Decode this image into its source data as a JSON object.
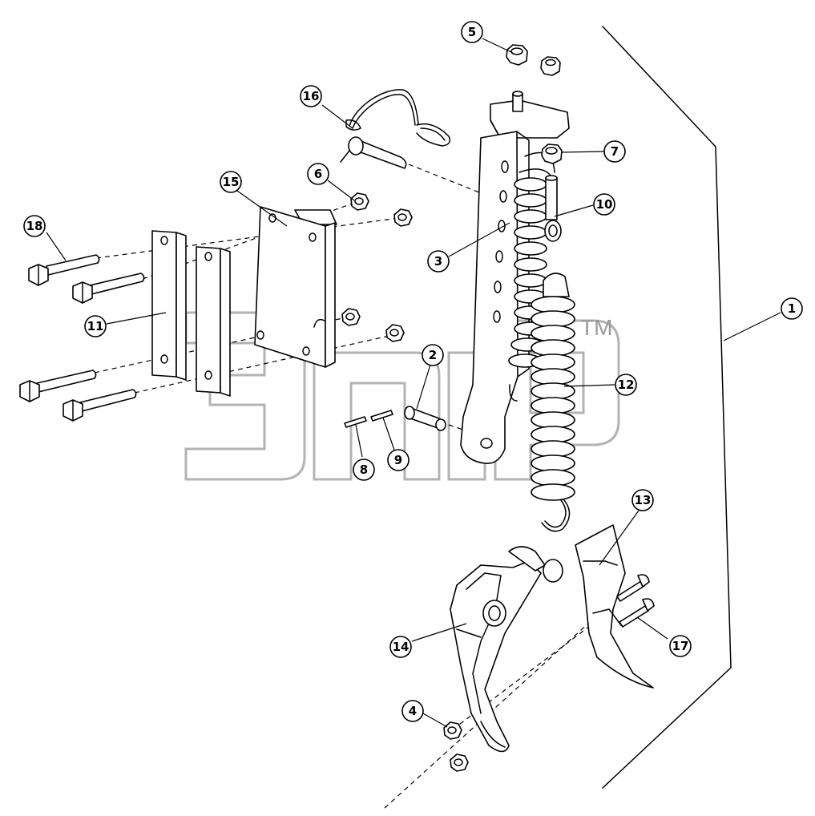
{
  "callouts": [
    {
      "id": "c1",
      "label": "1"
    },
    {
      "id": "c2",
      "label": "2"
    },
    {
      "id": "c3",
      "label": "3"
    },
    {
      "id": "c4",
      "label": "4"
    },
    {
      "id": "c5",
      "label": "5"
    },
    {
      "id": "c6",
      "label": "6"
    },
    {
      "id": "c7",
      "label": "7"
    },
    {
      "id": "c8",
      "label": "8"
    },
    {
      "id": "c9",
      "label": "9"
    },
    {
      "id": "c10",
      "label": "10"
    },
    {
      "id": "c11",
      "label": "11"
    },
    {
      "id": "c12",
      "label": "12"
    },
    {
      "id": "c13",
      "label": "13"
    },
    {
      "id": "c14",
      "label": "14"
    },
    {
      "id": "c15",
      "label": "15"
    },
    {
      "id": "c16",
      "label": "16"
    },
    {
      "id": "c17",
      "label": "17"
    },
    {
      "id": "c18",
      "label": "18"
    }
  ],
  "watermark": {
    "trademark": "TM"
  }
}
